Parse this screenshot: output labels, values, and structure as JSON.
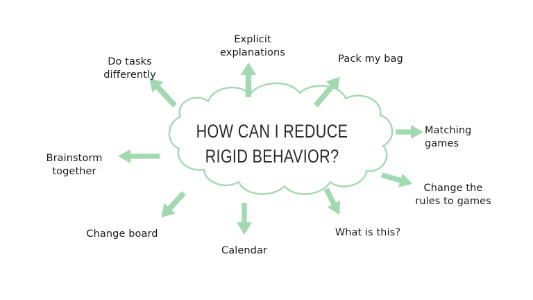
{
  "diagram": {
    "type": "mind-map",
    "title": "HOW CAN I REDUCE\nRIGID BEHAVIOR?",
    "background_color": "#ffffff",
    "accent_color": "#a3d9b1",
    "text_color": "#1a1a1a",
    "cloud": {
      "shape": "thought-cloud",
      "stroke_color": "#a3d9b1",
      "fill_color": "#ffffff"
    },
    "branches": [
      {
        "id": "do-tasks-differently",
        "label": "Do tasks\ndifferently",
        "align": "center",
        "direction": "up-left"
      },
      {
        "id": "explicit-explanations",
        "label": "Explicit\nexplanations",
        "align": "center",
        "direction": "up"
      },
      {
        "id": "pack-my-bag",
        "label": "Pack my bag",
        "align": "center",
        "direction": "up-right"
      },
      {
        "id": "matching-games",
        "label": "Matching\ngames",
        "align": "left",
        "direction": "right"
      },
      {
        "id": "change-the-rules-to-games",
        "label": "Change the\nrules to games",
        "align": "center",
        "direction": "down-right"
      },
      {
        "id": "what-is-this",
        "label": "What is this?",
        "align": "center",
        "direction": "down-right"
      },
      {
        "id": "calendar",
        "label": "Calendar",
        "align": "center",
        "direction": "down"
      },
      {
        "id": "change-board",
        "label": "Change board",
        "align": "center",
        "direction": "down-left"
      },
      {
        "id": "brainstorm-together",
        "label": "Brainstorm\ntogether",
        "align": "center",
        "direction": "left"
      }
    ]
  }
}
